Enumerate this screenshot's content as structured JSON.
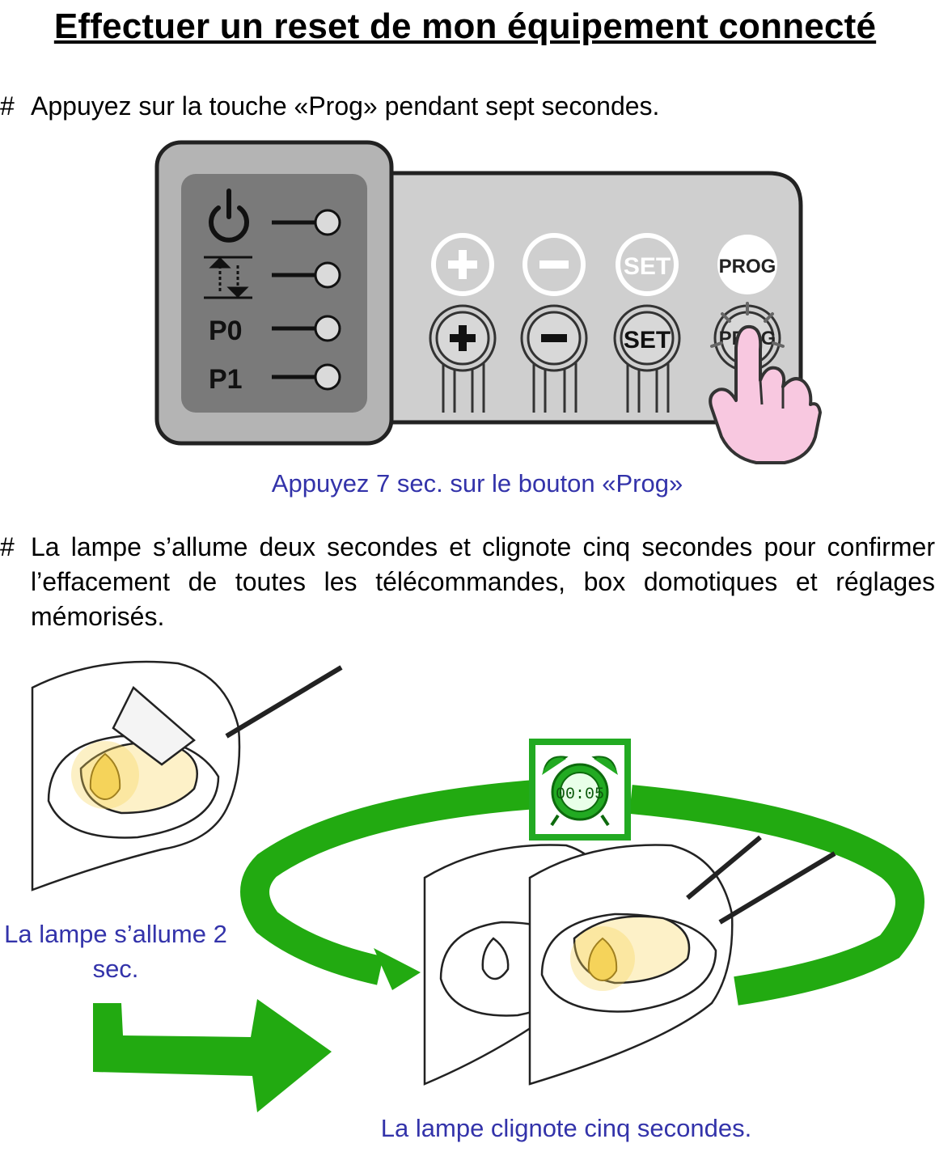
{
  "title": "Effectuer un reset de mon équipement connecté",
  "steps": [
    {
      "marker": "#",
      "text": "Appuyez sur la touche «Prog» pendant sept secondes."
    },
    {
      "marker": "#",
      "text": "La lampe s’allume deux secondes et clignote cinq secondes pour confirmer l’effacement de toutes les télécommandes, box domotiques et réglages mémorisés."
    }
  ],
  "panel": {
    "indicators": [
      "P0",
      "P1"
    ],
    "buttons_top": [
      "SET",
      "PROG"
    ],
    "buttons_bottom": [
      "SET",
      "PROG"
    ]
  },
  "captions": {
    "press": "Appuyez 7 sec. sur le bouton «Prog»",
    "lamp_on": "La lampe s’allume 2 sec.",
    "lamp_blink": "La lampe clignote cinq secondes."
  },
  "timer": {
    "display": "00:05"
  },
  "colors": {
    "caption_text": "#3333aa",
    "arrow_green": "#22aa11",
    "timer_green": "#22aa22",
    "panel_grey": "#cfcfcf",
    "panel_dark": "#7a7a7a",
    "finger_pink": "#f8c8e0",
    "lamp_yellow": "#f5d35a"
  }
}
